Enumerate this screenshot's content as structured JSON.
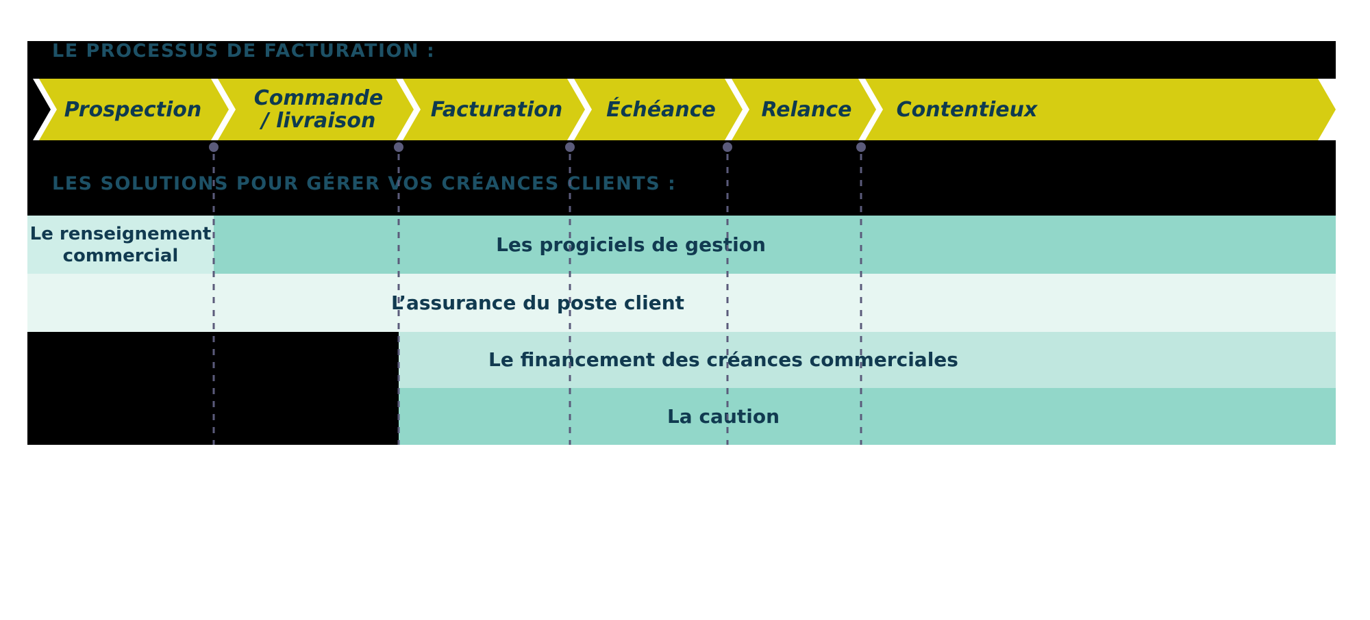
{
  "process": {
    "heading": "LE PROCESSUS DE FACTURATION :",
    "steps": [
      {
        "label": "Prospection"
      },
      {
        "label": "Commande\n/ livraison"
      },
      {
        "label": "Facturation"
      },
      {
        "label": "Échéance"
      },
      {
        "label": "Relance"
      },
      {
        "label": "Contentieux"
      }
    ]
  },
  "solutions": {
    "heading": "LES SOLUTIONS POUR GÉRER VOS CRÉANCES CLIENTS :",
    "items": [
      {
        "label": "Le renseignement commercial"
      },
      {
        "label": "Les progiciels de gestion"
      },
      {
        "label": "L’assurance du poste client"
      },
      {
        "label": "Le financement des créances commerciales"
      },
      {
        "label": "La caution"
      }
    ]
  },
  "colors": {
    "arrow-yellow": "#d6cd12",
    "arrow-text": "#0e3a50",
    "heading-teal": "#1d5166",
    "panel-black": "#000000",
    "dash-purple": "#5b5b7b",
    "bar-text": "#113a50",
    "teal-medium": "#92d7c9",
    "teal-light": "#c0e7df",
    "teal-lighter": "#cfeee8",
    "teal-lightest": "#e7f6f2"
  }
}
